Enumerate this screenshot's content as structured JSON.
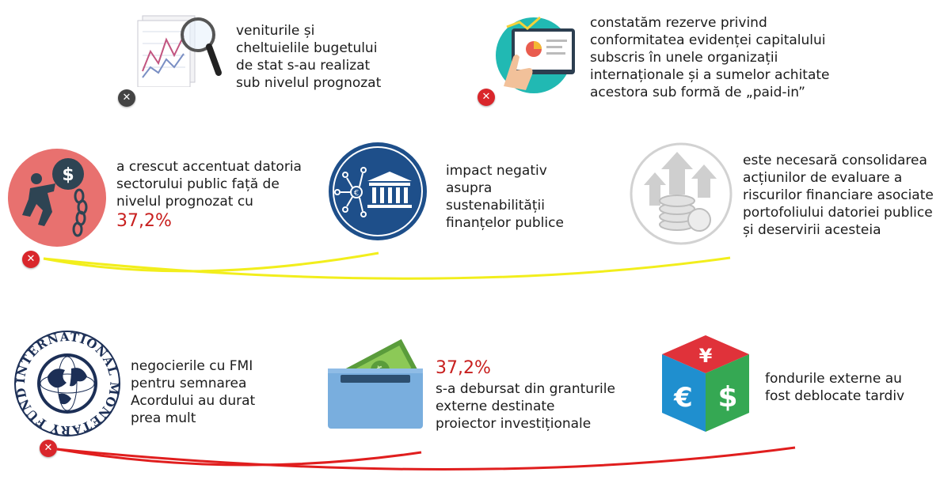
{
  "items": {
    "budget": {
      "text": "veniturile și\ncheltuielile bugetului\nde stat s-au realizat\nsub nivelul prognozat",
      "icon": "magnifier-chart-icon"
    },
    "capital": {
      "text": "constatăm rezerve privind\nconformitatea evidenței capitalului\nsubscris în unele organizații\ninternaționale și a sumelor achitate\nacestora sub formă de „paid-in”",
      "icon": "tablet-chart-icon"
    },
    "debt": {
      "text": "a crescut accentuat datoria\nsectorului public față de\nnivelul prognozat cu",
      "highlight": "37,2%",
      "icon": "debt-ball-chain-icon"
    },
    "impact": {
      "text": "impact negativ\nasupra\nsustenabilității\nfinanțelor publice",
      "icon": "bank-network-icon"
    },
    "risk": {
      "text": "este necesară consolidarea\nacțiunilor de evaluare a\nriscurilor financiare asociate\nportofoliului datoriei publice\nși deservirii acesteia",
      "icon": "coins-arrows-icon"
    },
    "imf": {
      "text": "negocierile cu FMI\npentru semnarea\nAcordului au durat\nprea mult",
      "icon": "imf-seal-icon"
    },
    "grants": {
      "highlight": "37,2%",
      "text": "s-a debursat din granturile\nexterne destinate\nproiector investiționale",
      "icon": "money-box-icon"
    },
    "funds": {
      "text": "fondurile externe au\nfost deblocate tardiv",
      "icon": "currency-cube-icon"
    }
  },
  "seal_text": "INTERNATIONAL MONETARY FUND",
  "colors": {
    "red": "#d9262b",
    "yellow": "#f2ee1c",
    "line_red": "#e01e1e",
    "navy": "#1e4f8a",
    "highlight": "#c8201f"
  }
}
